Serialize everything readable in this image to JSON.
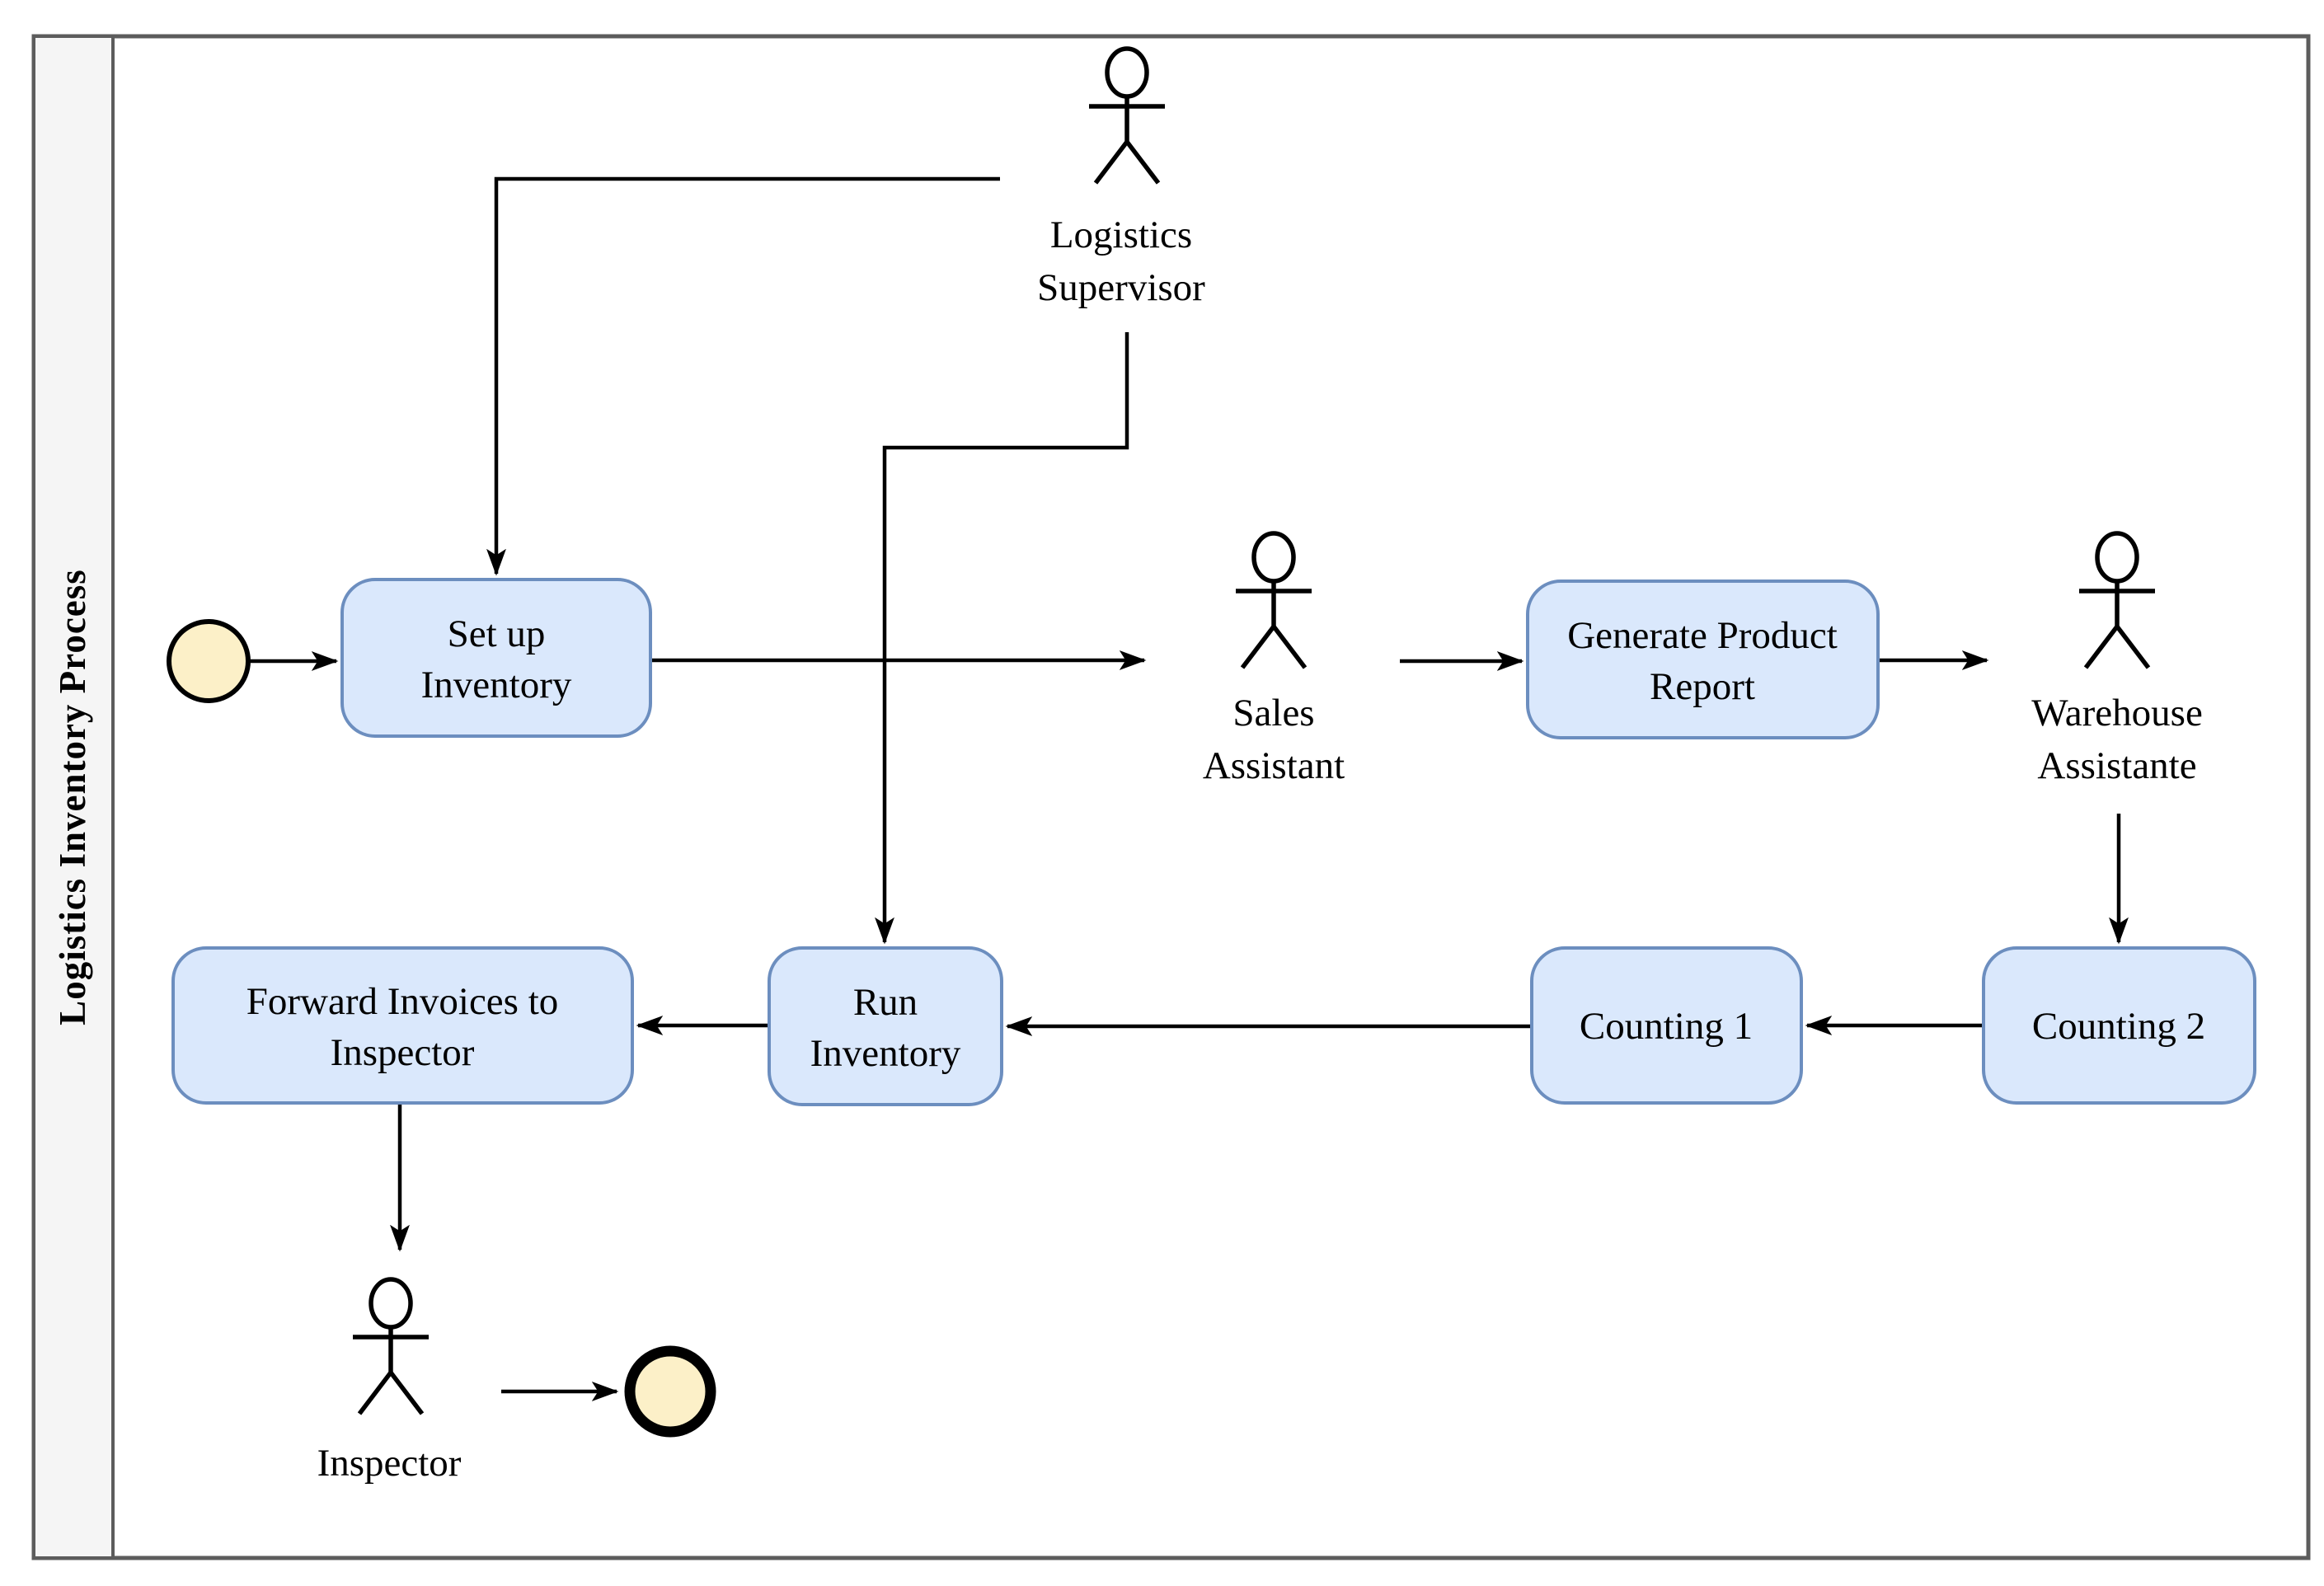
{
  "diagram": {
    "lane_title": "Logistics Inventory Process",
    "colors": {
      "task_fill": "#dae8fc",
      "task_border": "#6c8ebf",
      "event_fill": "#fcf0c8",
      "event_border": "#000000",
      "flow_line": "#000000",
      "lane_fill": "#f5f5f5",
      "frame_border": "#5c5c5c"
    },
    "tasks": {
      "set_up_inventory": {
        "line1": "Set up",
        "line2": "Inventory"
      },
      "generate_product_report": {
        "line1": "Generate Product",
        "line2": "Report"
      },
      "run_inventory": {
        "line1": "Run",
        "line2": "Inventory"
      },
      "counting_1": {
        "line1": "Counting 1"
      },
      "counting_2": {
        "line1": "Counting 2"
      },
      "forward_invoices": {
        "line1": "Forward Invoices to",
        "line2": "Inspector"
      }
    },
    "actors": {
      "logistics_supervisor": {
        "line1": "Logistics",
        "line2": "Supervisor"
      },
      "sales_assistant": {
        "line1": "Sales",
        "line2": "Assistant"
      },
      "warehouse_assistante": {
        "line1": "Warehouse",
        "line2": "Assistante"
      },
      "inspector": {
        "line1": "Inspector"
      }
    },
    "events": {
      "start": {
        "name": "start-event"
      },
      "end": {
        "name": "end-event"
      }
    }
  }
}
